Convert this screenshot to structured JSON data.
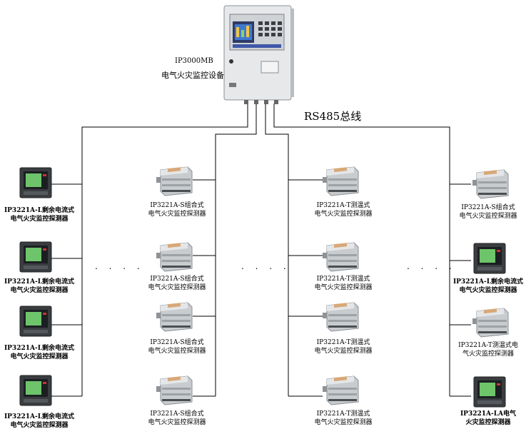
{
  "panel": {
    "model": "IP3000MB",
    "name": "电气火灾监控设备",
    "icon": "control-panel-icon"
  },
  "bus_label": "RS485总线",
  "ellipsis": ". . . .",
  "columns": [
    {
      "detectors": [
        {
          "label": "IP3221A-L剩余电流式\n电气火灾监控探测器",
          "icon": "lcd-meter-icon"
        },
        {
          "label": "IP3221A-L剩余电流式\n电气火灾监控探测器",
          "icon": "lcd-meter-icon"
        },
        {
          "label": "IP3221A-L剩余电流式\n电气火灾监控探测器",
          "icon": "lcd-meter-icon"
        },
        {
          "label": "IP3221A-L剩余电流式\n电气火灾监控探测器",
          "icon": "lcd-meter-icon"
        }
      ]
    },
    {
      "detectors": [
        {
          "label": "IP3221A-S组合式\n电气火灾监控探测器",
          "icon": "din-rail-module-icon"
        },
        {
          "label": "IP3221A-S组合式\n电气火灾监控探测器",
          "icon": "din-rail-module-icon"
        },
        {
          "label": "IP3221A-S组合式\n电气火灾监控探测器",
          "icon": "din-rail-module-icon"
        },
        {
          "label": "IP3221A-S组合式\n电气火灾监控探测器",
          "icon": "din-rail-module-icon"
        }
      ]
    },
    {
      "detectors": [
        {
          "label": "IP3221A-T测温式\n电气火灾监控探测器",
          "icon": "din-rail-module-icon"
        },
        {
          "label": "IP3221A-T测温式\n电气火灾监控探测器",
          "icon": "din-rail-module-icon"
        },
        {
          "label": "IP3221A-T测温式\n电气火灾监控探测器",
          "icon": "din-rail-module-icon"
        },
        {
          "label": "IP3221A-T测温式\n电气火灾监控探测器",
          "icon": "din-rail-module-icon"
        }
      ]
    },
    {
      "detectors": [
        {
          "label": "IP3221A-S组合式\n电气火灾监控探测器",
          "icon": "din-rail-module-icon"
        },
        {
          "label": "IP3221A-L剩余电流式\n电气火灾监控探测器",
          "icon": "lcd-meter-icon"
        },
        {
          "label": "IP3221A-T测温式电\n气火灾监控探测器",
          "icon": "din-rail-module-icon"
        },
        {
          "label": "IP3221A-LA电气\n火灾监控探测器",
          "icon": "lcd-meter-icon"
        }
      ]
    }
  ]
}
